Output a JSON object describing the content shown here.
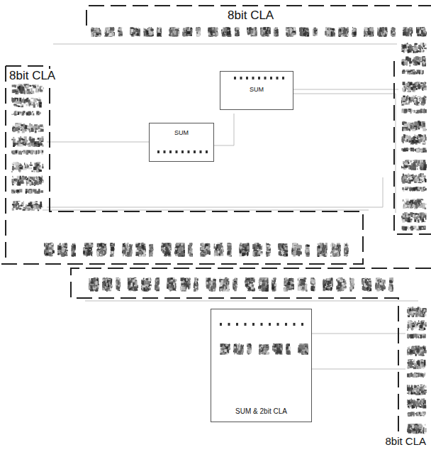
{
  "diagram": {
    "nodes": [
      {
        "text": [
          "8bit CLA"
        ]
      },
      {
        "text": [
          "8bit CLA"
        ]
      },
      {
        "text": [
          "SUM"
        ]
      },
      {
        "text": [
          "SUM"
        ]
      },
      {
        "text": [
          "SUM & 2bit CLA"
        ]
      },
      {
        "text": [
          "8bit CLA"
        ]
      }
    ]
  }
}
